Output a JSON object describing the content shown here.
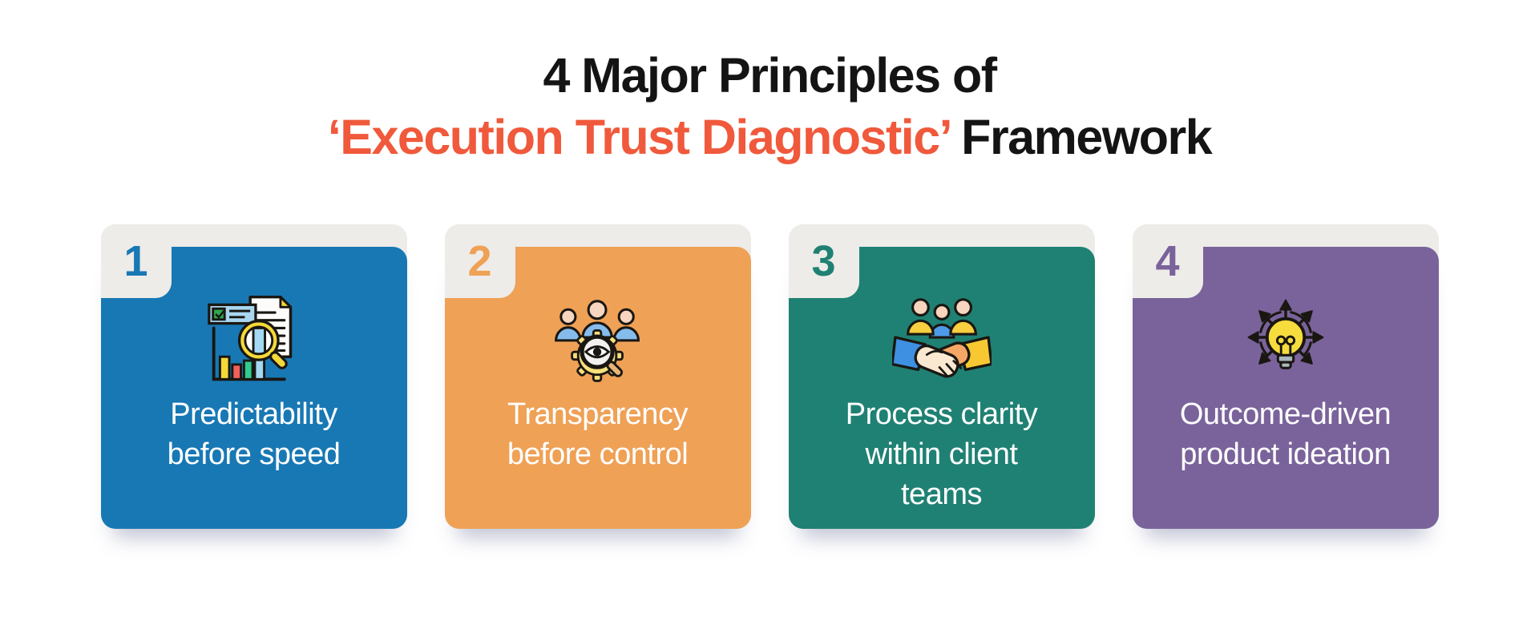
{
  "page": {
    "background": "#FFFFFF"
  },
  "title": {
    "line1": "4 Major Principles of",
    "line2_highlight": "‘Execution Trust Diagnostic’",
    "line2_rest": " Framework",
    "text_color": "#141414",
    "highlight_color": "#F0593B"
  },
  "card_style": {
    "tab_color": "#EDECE9",
    "label_color": "#FFFFFF"
  },
  "cards": [
    {
      "number": "1",
      "label": "Predictability\nbefore speed",
      "accent_color": "#1878B4",
      "icon": "analysis-magnifier-chart-icon"
    },
    {
      "number": "2",
      "label": "Transparency\nbefore control",
      "accent_color": "#EFA156",
      "icon": "team-eye-magnifier-gear-icon"
    },
    {
      "number": "3",
      "label": "Process clarity\nwithin client\nteams",
      "accent_color": "#1F8173",
      "icon": "team-handshake-icon"
    },
    {
      "number": "4",
      "label": "Outcome-driven\nproduct ideation",
      "accent_color": "#7A639B",
      "icon": "lightbulb-arrows-icon"
    }
  ]
}
